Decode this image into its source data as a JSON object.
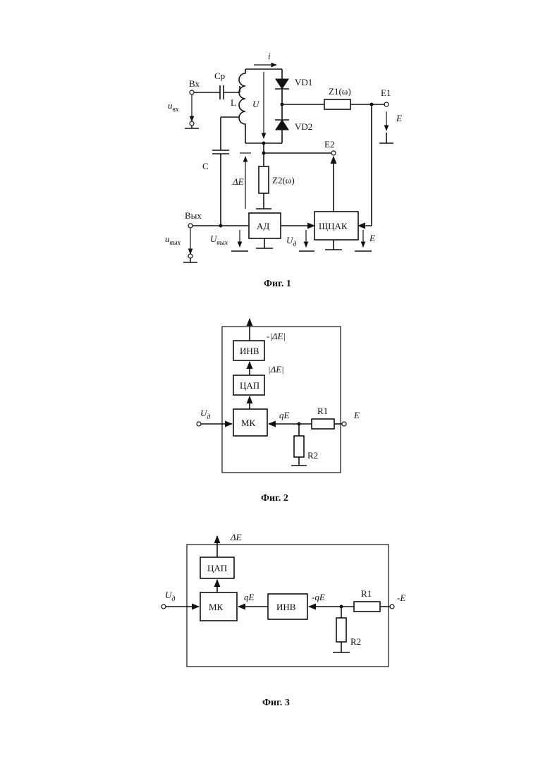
{
  "fig1": {
    "caption": "Фиг. 1",
    "input_label": "Вх",
    "input_signal_main": "u",
    "input_signal_sub": "вх",
    "coupling_cap": "Cp",
    "inductor": "L",
    "current": "i",
    "voltage": "U",
    "diode_top": "VD1",
    "diode_bottom": "VD2",
    "impedance1": "Z1(ω)",
    "node_e1": "E1",
    "bias_e": "E",
    "capacitor": "C",
    "delta_e": "ΔE",
    "impedance2": "Z2(ω)",
    "node_e2": "E2",
    "output_label": "Вых",
    "output_signal_main": "u",
    "output_signal_sub": "вых",
    "uout_main": "U",
    "uout_sub": "вых",
    "detector_block": "АД",
    "ud_main": "U",
    "ud_sub": "д",
    "control_block": "ЩЦАК",
    "bias_e2": "E"
  },
  "fig2": {
    "caption": "Фиг. 2",
    "inv_block": "ИНВ",
    "dac_block": "ЦАП",
    "mc_block": "МК",
    "out_minus_abs": "-|ΔE|",
    "abs_de": "|ΔE|",
    "ud_main": "U",
    "ud_sub": "д",
    "qe": "qE",
    "r1": "R1",
    "r2": "R2",
    "e": "E"
  },
  "fig3": {
    "caption": "Фиг. 3",
    "dac_block": "ЦАП",
    "mc_block": "МК",
    "inv_block": "ИНВ",
    "out_de": "ΔE",
    "ud_main": "U",
    "ud_sub": "д",
    "qe": "qE",
    "minus_qe": "-qE",
    "r1": "R1",
    "r2": "R2",
    "minus_e": "-E"
  }
}
